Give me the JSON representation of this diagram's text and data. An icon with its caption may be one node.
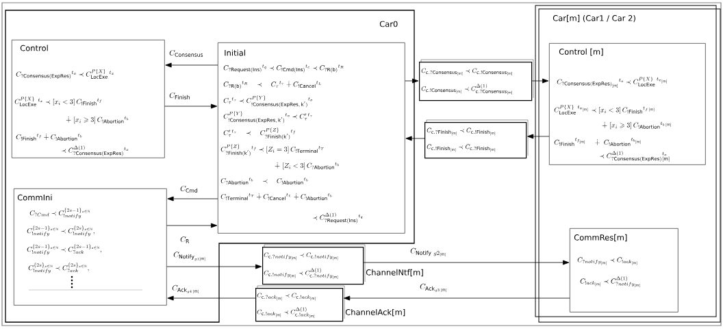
{
  "diagram": {
    "nodes": [
      {
        "text": [
          "Car0"
        ]
      },
      {
        "text": [
          "Control",
          "C_{\\mathsf{?Consensus(ExpRes)}}{}^{t_o} \\prec C^{P\\{X\\}}_{\\mathsf{LocExe}}\\,{}^{t_x}",
          "C^{P\\{X\\}}_{\\mathsf{LocExe}}\\,{}^{t_x} \\prec [x_i<3]\\,C_{\\mathsf{!Finish}}{}^{t_f}",
          "\\dotplus\\ [x_i \\geqslant 3]\\,C_{\\mathsf{!Abortion}}{}^{t_b}",
          "C_{\\mathsf{!Finish}}{}^{t_f} \\dotplus C_{\\mathsf{!Abortion}}{}^{t_b}",
          "\\prec C^{\\Delta(1)}_{\\mathsf{?Consensus(ExpRes)}}{}^{t_o}"
        ],
        "in": 0
      },
      {
        "text": [
          "Initial",
          "C_{\\mathsf{?Request(Ins)}}{}^{t_q} \\prec C_{\\mathsf{!Cmd(Ins)}}{}^{t_c} \\prec C_{\\mathsf{?R(b)}}{}^{t_R}",
          "C_{\\mathsf{?R(b)}}{}^{t_R} \\quad\\prec\\quad C_{\\tau}{}^{t_\\tau} \\dotplus C_{\\mathsf{!Cancel}}{}^{t_L}",
          "C_{\\tau}{}^{t_\\tau} \\prec C^{P\\{Y\\}}_{\\mathsf{!Consensus(ExpRes,\\,k')}}{}^{t_o}",
          "C^{P\\{Y\\}}_{\\mathsf{!Consensus(ExpRes,\\,k')}}{}^{t_o} \\prec C'_{\\tau}{}^{t_\\tau}",
          "C'_{\\tau}{}^{t_\\tau} \\quad\\prec\\quad C^{P\\{Z\\}}_{\\mathsf{?Finish(k')}}{}^{t_f}",
          "C^{P\\{Z\\}}_{\\mathsf{?Finish(k')}}{}^{t_f} \\prec [Z_i=3]\\,C_{\\mathsf{!Terminal}}{}^{t_T}",
          "\\dotplus\\ [Z_i<3]\\,C_{\\mathsf{?Abortion}}{}^{t_b}",
          "C_{\\mathsf{?Abortion}}{}^{t_b} \\quad\\prec\\quad C_{\\mathsf{!Abortion}}{}^{t_b}",
          "C_{\\mathsf{!Terminal}}{}^{t_T} \\dotplus C_{\\mathsf{!Cancel}}{}^{t_L} \\dotplus C_{\\mathsf{!Abortion}}{}^{t_b}",
          "\\prec C^{\\Delta(1)}_{\\mathsf{?Request(Ins)}}{}^{t_q}"
        ],
        "in": 0
      },
      {
        "text": [
          "CommIni",
          "C_{?Cmd} \\prec C^{\\{2s-1\\}_{s\\in\\mathbb{N}}}_{!notify}",
          "C^{\\{2s-1\\}_{s\\in\\mathbb{N}}}_{!notify} \\prec C^{\\{2s\\}_{s\\in\\mathbb{N}}}_{!notify},",
          "C^{\\{2s-1\\}_{s\\in\\mathbb{N}}}_{!notify} \\prec C^{\\{2s-1\\}_{s\\in\\mathbb{N}}}_{?ack},",
          "C^{\\{2s\\}_{s\\in\\mathbb{N}}}_{!notify} \\prec C^{\\{2s\\}_{s\\in\\mathbb{N}}}_{?ack},"
        ],
        "in": 0
      },
      {
        "text": [
          "C_{\\mathsf{c.?Consensus}_{\\mathsf{[m]}}} \\prec C_{\\mathsf{c.!Consensus}_{\\mathsf{[m]}}}",
          "C_{\\mathsf{c.!Consensus}_{\\mathsf{[m]}}} \\prec C^{\\Delta(1)}_{\\mathsf{c.?Consensus}_{\\mathsf{[m]}}}"
        ]
      },
      {
        "text": [
          "C_{\\mathsf{c.?Finish}_{\\mathsf{[m]}}} \\prec C_{\\mathsf{c.!Finish}_{\\mathsf{[m]}}}",
          "C_{\\mathsf{c.!Finish}_{\\mathsf{[m]}}} \\prec C_{\\mathsf{c.?Finish}_{\\mathsf{[m]}}}"
        ]
      },
      {
        "text": [
          "C_{\\mathsf{c.}?notify_{\\mathsf{[m]}}} \\prec C_{\\mathsf{c.}!notify_{\\mathsf{[m]}}}",
          "C_{\\mathsf{c.}!notify_{\\mathsf{[m]}}} \\prec C^{\\Delta(1)}_{\\mathsf{c.}?notify_{\\mathsf{[m]}}}"
        ],
        "beside": [
          "ChannelNtf[m]"
        ]
      },
      {
        "text": [
          "C_{\\mathsf{c.}?ack_{\\mathsf{[m]}}} \\prec C_{\\mathsf{c.}!ack_{\\mathsf{[m]}}}",
          "C_{\\mathsf{c.}!ack_{\\mathsf{[m]}}} \\prec C^{\\Delta(1)}_{\\mathsf{c.}!ack_{\\mathsf{[m]}}}"
        ],
        "beside": [
          "ChannelAck[m]"
        ]
      },
      {
        "text": [
          "Car[m] (Car1 / Car 2)"
        ]
      },
      {
        "text": [
          "Control [m]",
          "C_{\\mathsf{?Consensus(ExpRes)}_{\\mathsf{[m]}}}{}^{t_o} \\prec C^{P\\{X\\}}_{\\mathsf{LocExe}}\\,{}^{t_{x_{\\mathsf{[m]}}}}",
          "C^{P\\{X\\}}_{\\mathsf{LocExe}}\\,{}^{t_{x_{\\mathsf{[m]}}}} \\prec [x_i<3]\\,C_{\\mathsf{!Finish}}{}^{t_{f\\,\\mathsf{[m]}}}",
          "\\dotplus\\ [x_i \\geqslant 3]\\,C_{\\mathsf{!Abortion}}{}^{t_{b\\,\\mathsf{[m]}}}",
          "C_{\\mathsf{!Finish}}{}^{t_{f_{\\mathsf{[m]}}}} \\quad\\dotplus\\ C_{\\mathsf{!Abortion}}{}^{t_{b_{\\mathsf{[m]}}}}",
          "\\prec C^{\\Delta(1)}_{\\mathsf{?Consensus(ExpRes)}}{}^{t_o}_{\\mathsf{[m]}}"
        ],
        "in": 8
      },
      {
        "text": [
          "CommRes[m]",
          "C_{?notify_{\\mathsf{[m]}}} \\prec C_{!ack_{\\mathsf{[m]}}}",
          "C_{!ack_{\\mathsf{[m]}}} \\prec C^{\\Delta(1)}_{?notify_{\\mathsf{[m]}}}"
        ],
        "in": 8
      }
    ],
    "edges": [
      {
        "from": 2,
        "to": 1,
        "arrow": "to",
        "label": "C_{\\mathsf{Consensus}}"
      },
      {
        "from": 1,
        "to": 2,
        "arrow": "to",
        "label": "C_{\\mathsf{Finish}}"
      },
      {
        "from": 2,
        "to": 3,
        "arrow": "to",
        "label": "C_{\\mathsf{Cmd}}"
      },
      {
        "from": 3,
        "to": 2,
        "arrow": "to",
        "label": "C_{\\mathsf{R}}"
      },
      {
        "from": 3,
        "to": 6,
        "arrow": "to",
        "label": "C_{\\mathsf{Notify}_{g1\\mathsf{[m]}}}"
      },
      {
        "from": 6,
        "to": 10,
        "arrow": "to",
        "label": "C_{\\mathsf{Notify}\\ g2_{\\mathsf{[m]}}}"
      },
      {
        "from": 10,
        "to": 7,
        "arrow": "to",
        "label": "C_{\\mathsf{Ack}_{g3\\,\\mathsf{[m]}}}"
      },
      {
        "from": 7,
        "to": 3,
        "arrow": "to",
        "label": "C_{\\mathsf{Ack}_{g4\\,\\mathsf{[m]}}}"
      },
      {
        "from": 2,
        "to": 4,
        "arrow": "to"
      },
      {
        "from": 4,
        "to": 9,
        "arrow": "to"
      },
      {
        "from": 9,
        "to": 5,
        "arrow": "to"
      },
      {
        "from": 5,
        "to": 2,
        "arrow": "to"
      }
    ]
  }
}
